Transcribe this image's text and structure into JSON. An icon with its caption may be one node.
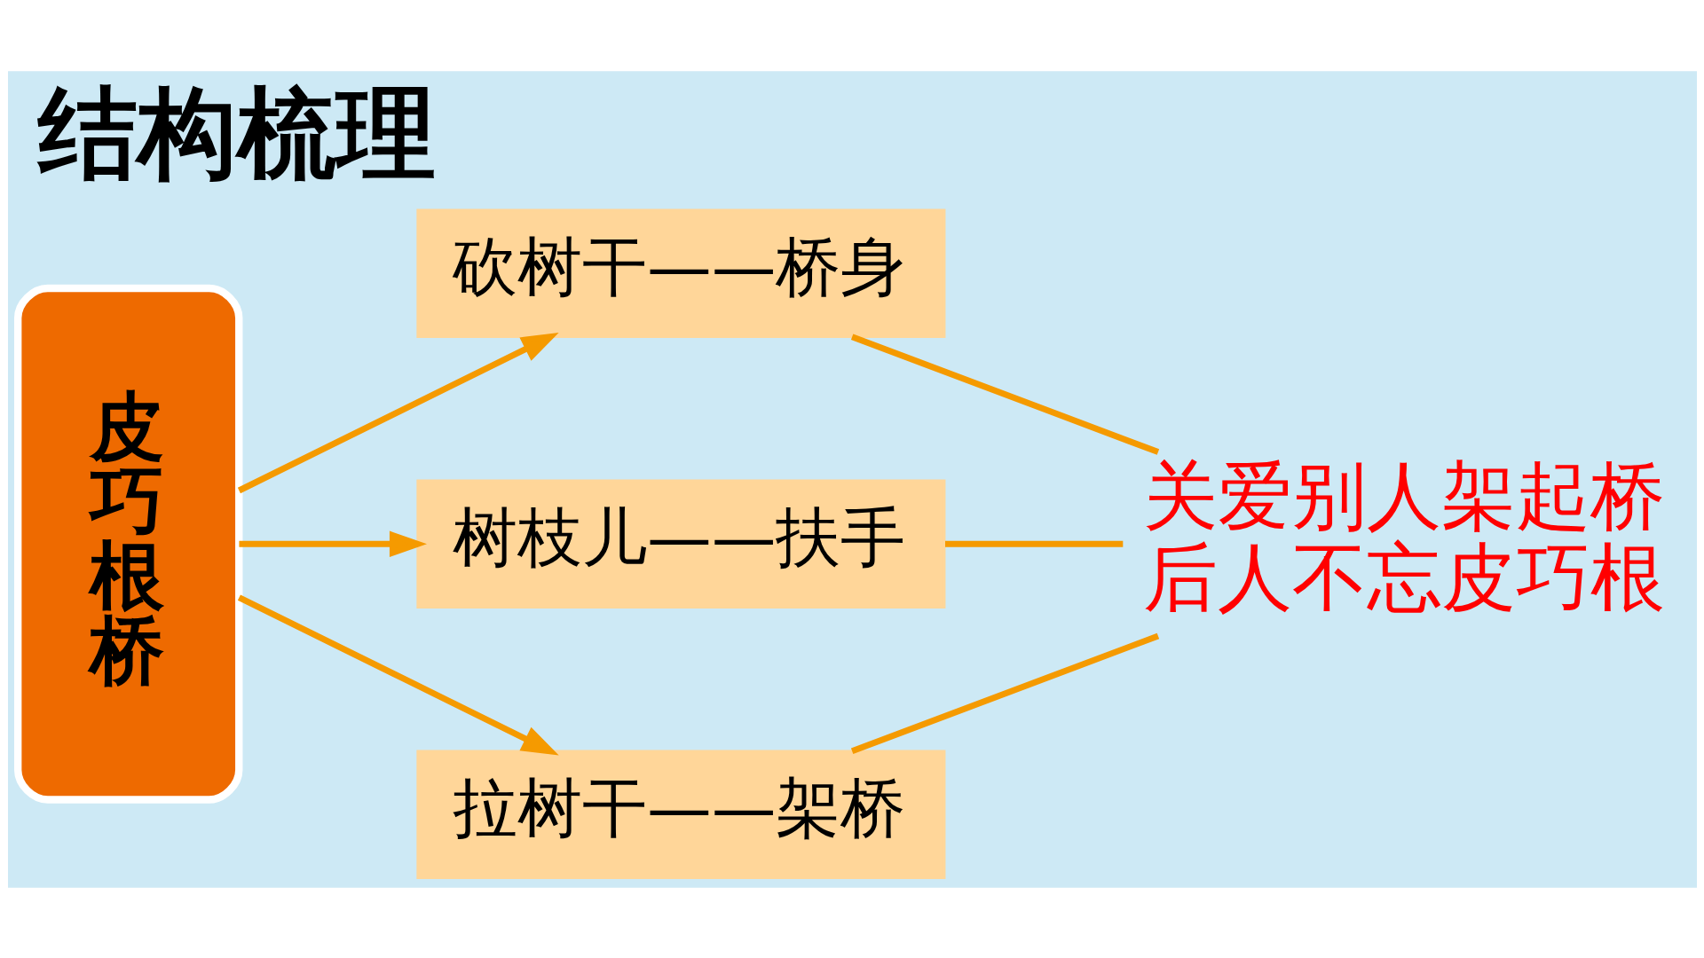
{
  "diagram": {
    "title": "结构梳理",
    "nodes": [
      {
        "text": [
          "皮巧根桥"
        ]
      },
      {
        "text": [
          "砍树干——桥身"
        ]
      },
      {
        "text": [
          "树枝儿——扶手"
        ]
      },
      {
        "text": [
          "拉树干——架桥"
        ]
      },
      {
        "text": [
          "关爱别人架起桥",
          "后人不忘皮巧根"
        ]
      }
    ],
    "edges": [
      {
        "from": 0,
        "to": 1,
        "arrow": "to"
      },
      {
        "from": 0,
        "to": 2,
        "arrow": "to"
      },
      {
        "from": 0,
        "to": 3,
        "arrow": "to"
      },
      {
        "from": 1,
        "to": 4,
        "arrow": "none"
      },
      {
        "from": 2,
        "to": 4,
        "arrow": "none"
      },
      {
        "from": 3,
        "to": 4,
        "arrow": "none"
      }
    ]
  }
}
